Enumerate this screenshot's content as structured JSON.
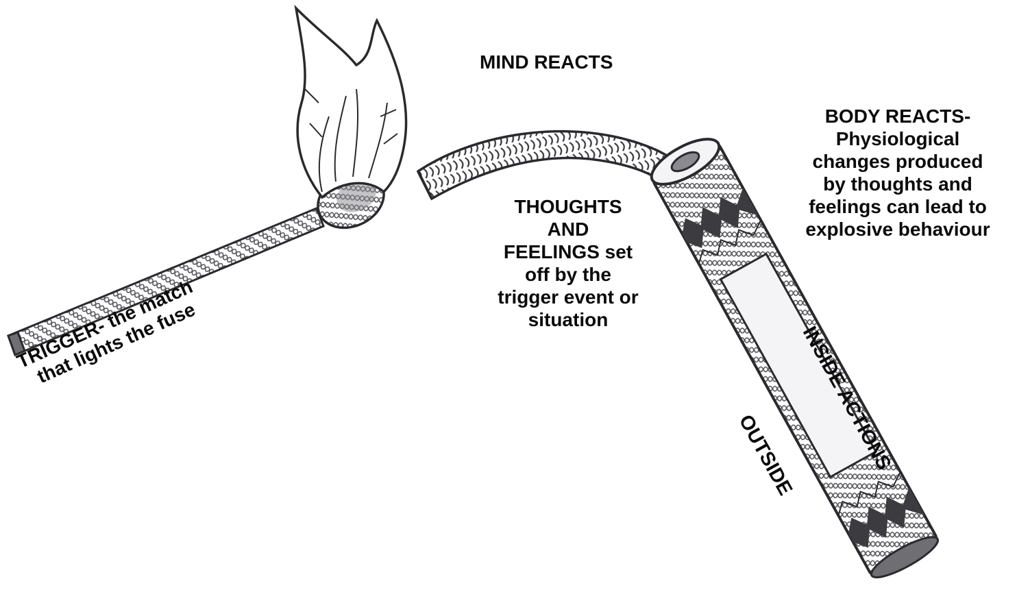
{
  "labels": {
    "mind_reacts": "MIND REACTS",
    "thoughts": [
      "THOUGHTS",
      "AND",
      "FEELINGS set",
      "off by the",
      "trigger event or",
      "situation"
    ],
    "body_reacts": [
      "BODY REACTS-",
      "Physiological",
      "changes produced",
      "by thoughts and",
      "feelings can lead to",
      "explosive behaviour"
    ],
    "trigger": [
      "TRIGGER- the match",
      "that lights the fuse"
    ],
    "inside_actions": "INSIDE ACTIONS",
    "outside": "OUTSIDE"
  },
  "colors": {
    "ink": "#2a2a2e",
    "shade": "#6e6e73",
    "dark_stripe": "#3c3c40",
    "paper": "#ffffff",
    "body_fill": "#f4f4f6"
  },
  "icons": {
    "match": "match-icon",
    "flame": "flame-icon",
    "fuse": "fuse-icon",
    "dynamite": "dynamite-icon"
  }
}
